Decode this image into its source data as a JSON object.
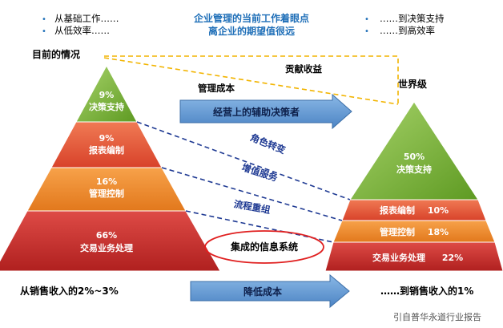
{
  "header": {
    "left_bullets": [
      "从基础工作……",
      "从低效率……"
    ],
    "center_lines": [
      "企业管理的当前工作着眼点",
      "离企业的期望值很远"
    ],
    "right_bullets": [
      "……到决策支持",
      "……到高效率"
    ]
  },
  "labels": {
    "current": "目前的情况",
    "world_class": "世界级",
    "contribution": "贡献收益",
    "management_cost": "管理成本",
    "role_change": "角色转变",
    "value_added": "增值服务",
    "process_reorg": "流程重组",
    "integrated_system": "集成的信息系统",
    "bottom_left": "从销售收入的2%~3%",
    "bottom_right": "……到销售收入的1%",
    "source": "引自普华永道行业报告"
  },
  "arrows": {
    "top": "经营上的辅助决策者",
    "bottom": "降低成本"
  },
  "left_pyramid": [
    {
      "pct": "9%",
      "label": "决策支持",
      "color": "#7fb23a"
    },
    {
      "pct": "9%",
      "label": "报表编制",
      "color": "#e2533a"
    },
    {
      "pct": "16%",
      "label": "管理控制",
      "color": "#ea8a24"
    },
    {
      "pct": "66%",
      "label": "交易业务处理",
      "color": "#c62e2e"
    }
  ],
  "right_pyramid": [
    {
      "pct": "50%",
      "label": "决策支持",
      "color": "#7fb23a"
    },
    {
      "pct": "10%",
      "label": "报表编制",
      "color": "#e2533a"
    },
    {
      "pct": "18%",
      "label": "管理控制",
      "color": "#ea8a24"
    },
    {
      "pct": "22%",
      "label": "交易业务处理",
      "color": "#c62e2e"
    }
  ],
  "colors": {
    "accent_blue": "#1f6fb8",
    "dash_blue": "#1f3a93",
    "dash_yellow": "#f2b400",
    "ellipse_red": "#e02020",
    "arrow_blue": "#5a93cf"
  }
}
